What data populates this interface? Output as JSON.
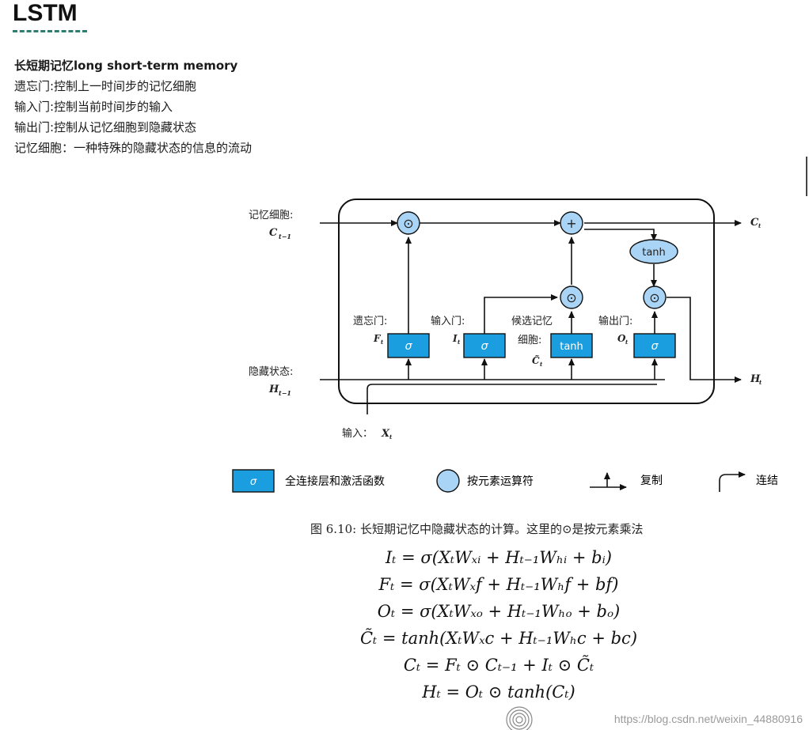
{
  "title": "LSTM",
  "notes": {
    "heading": "长短期记忆long short-term memory",
    "lines": [
      "遗忘门:控制上一时间步的记忆细胞",
      "输入门:控制当前时间步的输入",
      "输出门:控制从记忆细胞到隐藏状态",
      "记忆细胞：一种特殊的隐藏状态的信息的流动"
    ]
  },
  "diagram": {
    "cell_label": "记忆细胞:",
    "cell_prev_var": "C",
    "cell_prev_sub": "t−1",
    "hidden_label": "隐藏状态:",
    "hidden_prev_var": "H",
    "hidden_prev_sub": "t−1",
    "input_label": "输入：",
    "input_var": "X",
    "input_sub": "t",
    "forget_gate_label": "遗忘门:",
    "forget_var": "F",
    "input_gate_label": "输入门:",
    "input_gate_var": "I",
    "candidate_label_1": "候选记忆",
    "candidate_label_2": "细胞:",
    "candidate_var": "C̃",
    "output_gate_label": "输出门:",
    "output_var": "O",
    "out_cell_var": "C",
    "out_hidden_var": "H",
    "sub_t": "t",
    "sigma": "σ",
    "tanh": "tanh",
    "op_mul": "⊙",
    "op_add": "+"
  },
  "legend": {
    "sigma": "σ",
    "fc_label": "全连接层和激活函数",
    "elementwise_label": "按元素运算符",
    "copy_label": "复制",
    "concat_label": "连结"
  },
  "caption": "图 6.10: 长短期记忆中隐藏状态的计算。这里的⊙是按元素乘法",
  "equations": [
    "Iₜ = σ(XₜWₓᵢ + Hₜ₋₁Wₕᵢ + bᵢ)",
    "Fₜ = σ(XₜWₓ𝑓 + Hₜ₋₁Wₕ𝑓 + b𝑓)",
    "Oₜ = σ(XₜWₓₒ + Hₜ₋₁Wₕₒ + bₒ)",
    "C̃ₜ = tanh(XₜWₓ𝑐 + Hₜ₋₁Wₕ𝑐 + b𝑐)",
    "Cₜ = Fₜ ⊙ Cₜ₋₁ + Iₜ ⊙ C̃ₜ",
    "Hₜ = Oₜ ⊙ tanh(Cₜ)"
  ],
  "watermark": "https://blog.csdn.net/weixin_44880916",
  "colors": {
    "gate_fill": "#1a9ee0",
    "op_fill": "#a9d4f5",
    "oval_fill": "#a9d4f5",
    "accent_dash": "#2e7d6e"
  }
}
